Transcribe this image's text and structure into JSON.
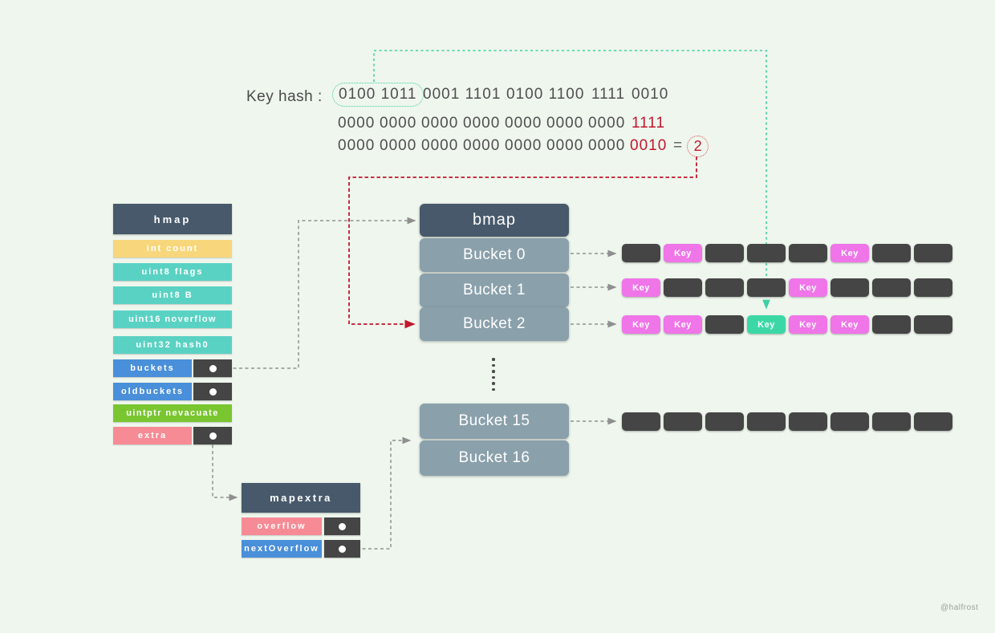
{
  "colors": {
    "background": "#eef6ed",
    "header_slate": "#47596b",
    "bucket_gray": "#8aa0ab",
    "field_yellow": "#f8d77c",
    "field_teal": "#5ad2c3",
    "field_blue": "#4a8fd9",
    "field_green": "#79c630",
    "field_pink": "#f78b95",
    "key_magenta": "#ef75e8",
    "key_teal": "#3bd8a6",
    "cell_dark": "#454545",
    "accent_red": "#c2172e",
    "line_teal": "#3ed0a4",
    "line_gray": "#919191",
    "text_dark": "#4a4a4a"
  },
  "key_hash": {
    "label": "Key hash :",
    "line1": [
      "0100",
      "1011",
      "0001",
      "1101",
      "0100",
      "1100",
      "1111",
      "0010"
    ],
    "line1_oval_count": 2,
    "line2": [
      "0000",
      "0000",
      "0000",
      "0000",
      "0000",
      "0000",
      "0000",
      "1111"
    ],
    "line2_red_count": 1,
    "line3": [
      "0000",
      "0000",
      "0000",
      "0000",
      "0000",
      "0000",
      "0000",
      "0010"
    ],
    "line3_red_count": 1,
    "equals": "=",
    "result": "2"
  },
  "hmap": {
    "title": "hmap",
    "fields": [
      {
        "label": "int count",
        "color": "yellow",
        "pointer": false
      },
      {
        "label": "uint8 flags",
        "color": "teal",
        "pointer": false
      },
      {
        "label": "uint8 B",
        "color": "teal",
        "pointer": false
      },
      {
        "label": "uint16 noverflow",
        "color": "teal",
        "pointer": false
      },
      {
        "label": "uint32 hash0",
        "color": "teal",
        "pointer": false
      },
      {
        "label": "buckets",
        "color": "blue",
        "pointer": true
      },
      {
        "label": "oldbuckets",
        "color": "blue",
        "pointer": true
      },
      {
        "label": "uintptr nevacuate",
        "color": "green",
        "pointer": false
      },
      {
        "label": "extra",
        "color": "pink",
        "pointer": true
      }
    ]
  },
  "bmap": {
    "title": "bmap",
    "buckets": [
      "Bucket 0",
      "Bucket 1",
      "Bucket 2"
    ],
    "buckets_tail": [
      "Bucket 15",
      "Bucket 16"
    ]
  },
  "key_cell_label": "Key",
  "key_rows": [
    {
      "name": "bucket-0-slots",
      "cells": [
        "dark",
        "key",
        "dark",
        "dark",
        "dark",
        "key",
        "dark",
        "dark"
      ]
    },
    {
      "name": "bucket-1-slots",
      "cells": [
        "key",
        "dark",
        "dark",
        "dark",
        "key",
        "dark",
        "dark",
        "dark"
      ]
    },
    {
      "name": "bucket-2-slots",
      "cells": [
        "key",
        "key",
        "dark",
        "key_hit",
        "key",
        "key",
        "dark",
        "dark"
      ]
    },
    {
      "name": "bucket-15-slots",
      "cells": [
        "dark",
        "dark",
        "dark",
        "dark",
        "dark",
        "dark",
        "dark",
        "dark"
      ]
    }
  ],
  "mapextra": {
    "title": "mapextra",
    "fields": [
      {
        "label": "overflow",
        "color": "pink",
        "pointer": true
      },
      {
        "label": "nextOverflow",
        "color": "blue",
        "pointer": true
      }
    ]
  },
  "watermark": "@halfrost"
}
